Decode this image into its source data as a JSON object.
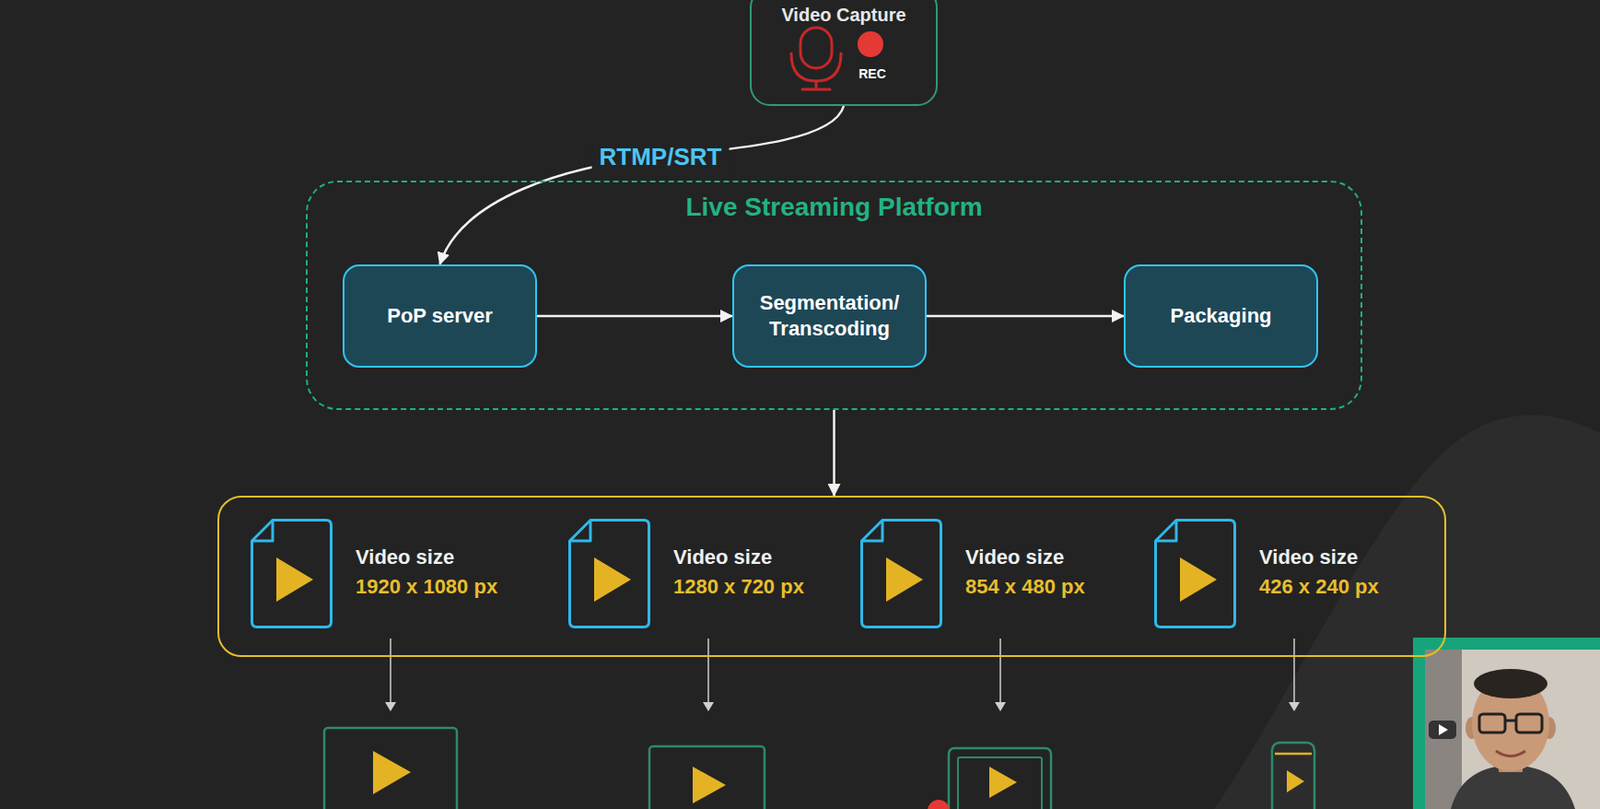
{
  "diagram": {
    "nodes": [
      {
        "text": [
          "Video Capture",
          "REC"
        ]
      },
      {
        "text": [
          "Live Streaming Platform"
        ]
      },
      {
        "text": [
          "PoP server"
        ],
        "in": 1
      },
      {
        "text": [
          "Segmentation/ Transcoding"
        ],
        "in": 1
      },
      {
        "text": [
          "Packaging"
        ],
        "in": 1
      },
      {
        "text": []
      },
      {
        "text": [
          "Video size",
          "1920 x 1080 px"
        ],
        "in": 5
      },
      {
        "text": [
          "Video size",
          "1280 x 720 px"
        ],
        "in": 5
      },
      {
        "text": [
          "Video size",
          "854 x 480 px"
        ],
        "in": 5
      },
      {
        "text": [
          "Video size",
          "426 x 240 px"
        ],
        "in": 5
      }
    ],
    "edges": [
      {
        "from": 0,
        "to": 2,
        "label": "RTMP/SRT",
        "arrow": "to"
      },
      {
        "from": 2,
        "to": 3,
        "arrow": "to"
      },
      {
        "from": 3,
        "to": 4,
        "arrow": "to"
      },
      {
        "from": 1,
        "to": 5,
        "arrow": "to"
      }
    ]
  }
}
